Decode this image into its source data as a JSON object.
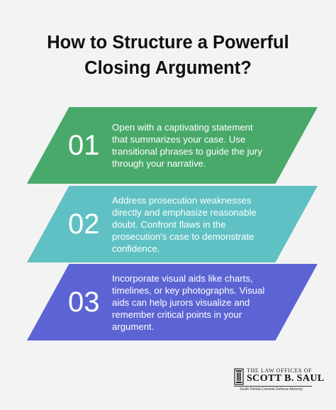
{
  "title": {
    "line1": "How to Structure a Powerful",
    "line2": "Closing Argument?"
  },
  "steps": [
    {
      "number": "01",
      "color": "#49a96a",
      "lines": [
        "Open with a captivating statement",
        "that summarizes your case. Use",
        "transitional phrases to guide the jury",
        "through your narrative."
      ]
    },
    {
      "number": "02",
      "color": "#5fc1c3",
      "lines": [
        "Address prosecution weaknesses",
        "directly and emphasize reasonable",
        "doubt. Confront flaws in the",
        "prosecution's case to demonstrate",
        "confidence."
      ]
    },
    {
      "number": "03",
      "color": "#5c64d4",
      "lines": [
        "Incorporate visual aids like charts,",
        "timelines, or key photographs. Visual",
        "aids can help jurors visualize and",
        "remember critical points in your",
        "argument."
      ]
    }
  ],
  "logo": {
    "line1": "THE LAW OFFICES OF",
    "line2": "SCOTT B. SAUL",
    "line3": "South Florida Criminal Defense Attorney",
    "icon": "justice-pillar-icon"
  }
}
